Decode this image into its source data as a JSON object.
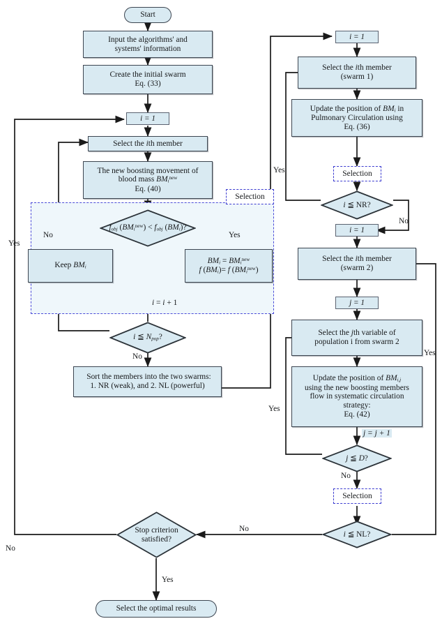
{
  "diagram": {
    "title": "Blood circulation optimization algorithm flowchart",
    "colors": {
      "node_fill": "#d9eaf2",
      "node_stroke": "#3c4550",
      "selection_dash": "#3b3bd0",
      "selection_fill": "#eff7fb",
      "line": "#1a1a1a",
      "background": "#ffffff"
    }
  },
  "nodes": {
    "start": "Start",
    "input_info_l1": "Input the algorithms' and",
    "input_info_l2": "systems' information",
    "create_swarm_l1": "Create the initial swarm",
    "create_swarm_l2": "Eq. (33)",
    "i_init_left": "i = 1",
    "select_ith_member": "Select the ith member",
    "boosting_l1": "The new boosting movement of",
    "boosting_l2": "blood mass BM i new",
    "boosting_l3": "Eq. (40)",
    "selection_label_left": "Selection",
    "compare_fobj": "fobj (BM i new) < fobj (BM i)?",
    "keep_bm": "Keep BM i",
    "assign_bm_l1": "BM i = BM i new",
    "assign_bm_l2": "f (BM i)= f (BM i new)",
    "i_increment": "i = i + 1",
    "cond_npop": "i ≤ N pop ?",
    "sort_members_l1": "Sort the members into the two swarms:",
    "sort_members_l2": "1. NR (weak), and 2. NL (powerful)",
    "i_init_right_top": "i = 1",
    "select_ith_swarm1_l1": "Select the ith member",
    "select_ith_swarm1_l2": "(swarm 1)",
    "update_pulmonary_l1": "Update the position of BM i in",
    "update_pulmonary_l2": "Pulmonary Circulation using",
    "update_pulmonary_l3": "Eq. (36)",
    "selection_label_r1": "Selection",
    "cond_nr": "i ≤ NR?",
    "i_init_right_mid": "i = 1",
    "select_ith_swarm2_l1": "Select the ith member",
    "select_ith_swarm2_l2": "(swarm 2)",
    "j_init": "j = 1",
    "select_jth_l1": "Select the jth variable of",
    "select_jth_l2": "population i from swarm 2",
    "update_systematic_l1": "Update the position of BM i,j",
    "update_systematic_l2": "using the new boosting members",
    "update_systematic_l3": "flow in systematic circulation",
    "update_systematic_l4": "strategy:",
    "update_systematic_l5": "Eq. (42)",
    "j_increment": "j = j + 1",
    "cond_d": "j ≤ D?",
    "selection_label_r2": "Selection",
    "cond_nl": "i ≤ NL?",
    "stop_criterion_l1": "Stop criterion",
    "stop_criterion_l2": "satisfied?",
    "select_optimal": "Select the optimal results"
  },
  "edge_labels": {
    "no_compare": "No",
    "yes_compare": "Yes",
    "yes_npop_loop": "Yes",
    "no_npop": "No",
    "yes_nr_loop": "Yes",
    "no_nr": "No",
    "yes_d_loop": "Yes",
    "no_d": "No",
    "yes_nl_loop": "Yes",
    "no_nl": "No",
    "no_stop": "No",
    "yes_stop": "Yes"
  }
}
